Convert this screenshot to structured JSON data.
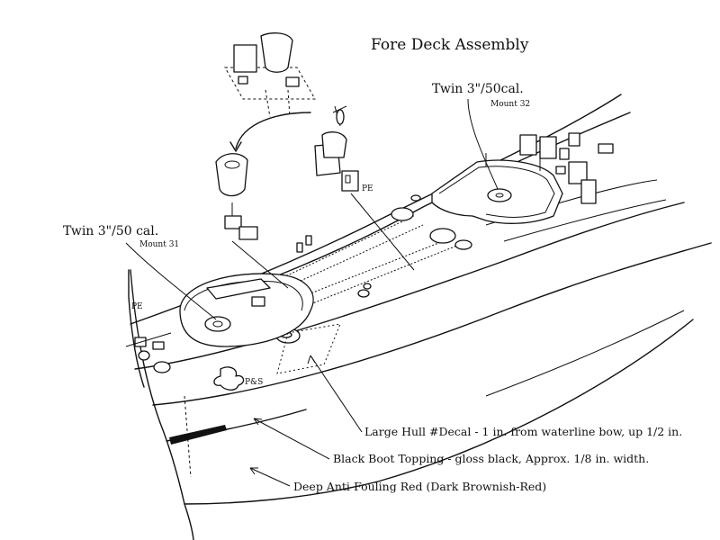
{
  "diagram": {
    "title": "Fore Deck Assembly",
    "labels": {
      "mount32_main": "Twin 3\"/50cal.",
      "mount32_sub": "Mount 32",
      "mount31_main": "Twin 3\"/50 cal.",
      "mount31_sub": "Mount 31",
      "pe_bow": "PE",
      "pe_part": "PE",
      "pns": "P&S"
    },
    "callouts": [
      "Large Hull #Decal - 1 in. from waterline bow, up 1/2 in.",
      "Black Boot Topping - gloss black, Approx. 1/8 in. width.",
      "Deep Anti-Fouling Red (Dark Brownish-Red)"
    ]
  }
}
